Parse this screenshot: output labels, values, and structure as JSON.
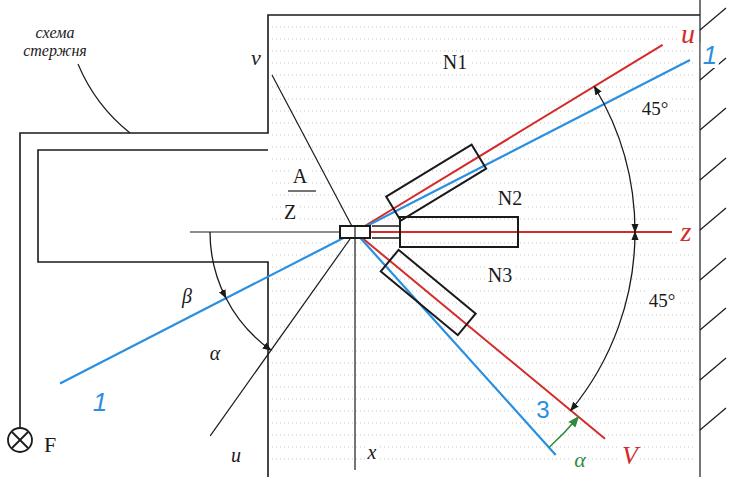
{
  "diagram": {
    "labels": [
      "схема стержня",
      "v",
      "u",
      "1",
      "N1",
      "45°",
      "A",
      "Z",
      "N2",
      "z",
      "β",
      "N3",
      "α",
      "45°",
      "1",
      "u",
      "x",
      "3",
      "α",
      "V",
      "F"
    ]
  }
}
